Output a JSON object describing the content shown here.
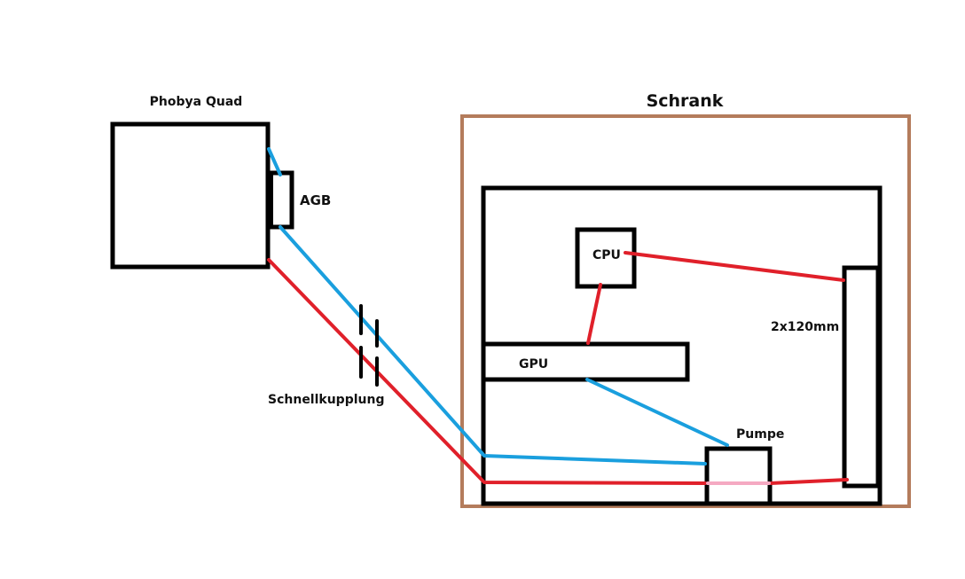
{
  "colors": {
    "cold_pipe": "#1a9fde",
    "hot_pipe": "#e0202a",
    "pump_internal": "#f5a9c2",
    "cabinet": "#b47c5c",
    "outline": "#000000"
  },
  "labels": {
    "radiator_external": "Phobya Quad",
    "reservoir": "AGB",
    "quick_disconnect": "Schnellkupplung",
    "cabinet": "Schrank",
    "cpu": "CPU",
    "gpu": "GPU",
    "radiator_internal": "2x120mm",
    "pump": "Pumpe"
  },
  "components": [
    {
      "id": "phobya-quad",
      "label_key": "radiator_external",
      "type": "radiator"
    },
    {
      "id": "agb",
      "label_key": "reservoir",
      "type": "reservoir"
    },
    {
      "id": "schnellkupplung",
      "label_key": "quick_disconnect",
      "type": "coupling"
    },
    {
      "id": "schrank",
      "label_key": "cabinet",
      "type": "enclosure"
    },
    {
      "id": "cpu",
      "label_key": "cpu",
      "type": "block"
    },
    {
      "id": "gpu",
      "label_key": "gpu",
      "type": "block"
    },
    {
      "id": "radiator-2x120",
      "label_key": "radiator_internal",
      "type": "radiator"
    },
    {
      "id": "pumpe",
      "label_key": "pump",
      "type": "pump"
    }
  ],
  "connections": [
    {
      "from": "phobya-quad",
      "to": "agb",
      "color": "cold_pipe"
    },
    {
      "from": "agb",
      "to": "pumpe",
      "color": "cold_pipe",
      "via": "schnellkupplung"
    },
    {
      "from": "pumpe",
      "to": "gpu",
      "color": "cold_pipe"
    },
    {
      "from": "gpu",
      "to": "cpu",
      "color": "hot_pipe"
    },
    {
      "from": "cpu",
      "to": "radiator-2x120",
      "color": "hot_pipe"
    },
    {
      "from": "radiator-2x120",
      "to": "pumpe",
      "color": "hot_pipe"
    },
    {
      "from": "pumpe",
      "to": "phobya-quad",
      "color": "hot_pipe",
      "via": "schnellkupplung"
    }
  ]
}
